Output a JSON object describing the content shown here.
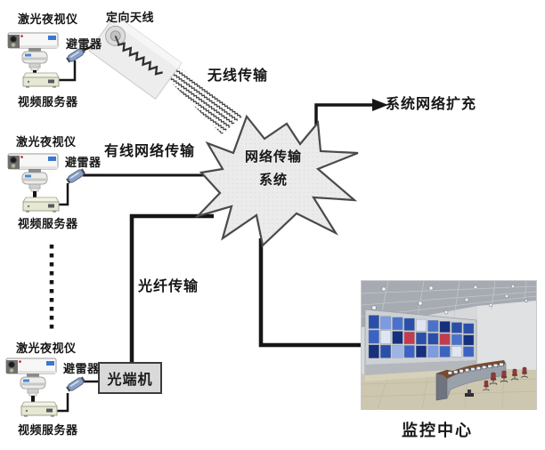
{
  "stations": [
    {
      "camera_label": "激光夜视仪",
      "arrester_label": "避雷器",
      "server_label": "视频服务器"
    },
    {
      "camera_label": "激光夜视仪",
      "arrester_label": "避雷器",
      "server_label": "视频服务器"
    },
    {
      "camera_label": "激光夜视仪",
      "arrester_label": "避雷器",
      "server_label": "视频服务器"
    }
  ],
  "antenna": {
    "label": "定向天线"
  },
  "links": {
    "wireless_label": "无线传输",
    "wired_label": "有线网络传输",
    "fiber_label": "光纤传输"
  },
  "hub": {
    "label_line1": "网络传输",
    "label_line2": "系统"
  },
  "expansion": {
    "label": "系统网络扩充"
  },
  "optical_terminal": {
    "label": "光端机"
  },
  "monitoring_center": {
    "label": "监控中心"
  },
  "colors": {
    "line": "#161616",
    "hub_fill": "#ebebec",
    "hub_stroke": "#4a4a4a",
    "terminal_box_fill": "#d9d9d9",
    "screen_blue": "#2a4fa8",
    "floor_tan": "#cdc7b0"
  }
}
